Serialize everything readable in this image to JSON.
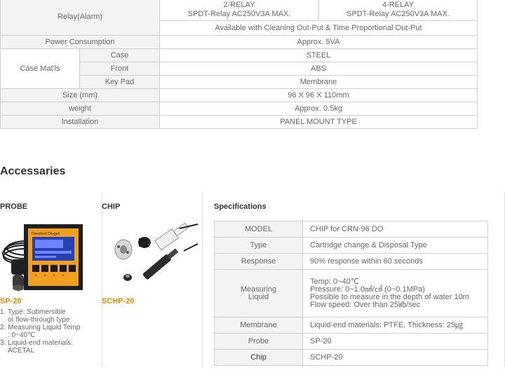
{
  "spec_table": {
    "relay_label": "Relay(Alarm)",
    "relay2_title": "2-RELAY",
    "relay2_detail": "SPDT-Relay AC250V3A MAX.",
    "relay4_title": "4-RELAY",
    "relay4_detail": "SPDT-Relay AC250V3A MAX.",
    "relay_note": "Available with Cleaning Out-Put & Time Proportional Out-Put",
    "power_label": "Power Consumption",
    "power_value": "Approx. 5VA",
    "case_mat_label": "Case Mat'ls",
    "case_label": "Case",
    "case_value": "STEEL",
    "front_label": "Front",
    "front_value": "ABS",
    "keypad_label": "Key Pad",
    "keypad_value": "Membrane",
    "size_label": "Size (mm)",
    "size_value": "96 X 96 X 110mm",
    "weight_label": "weight",
    "weight_value": "Approx. 0.5kg",
    "install_label": "Installation",
    "install_value": "PANEL MOUNT TYPE"
  },
  "accessories": {
    "title": "Accessaries",
    "probe": {
      "heading": "PROBE",
      "model": "SP-20",
      "notes": [
        "1. Type: Submersible",
        "or flow-through type",
        "2. Measuring Liquid Temp",
        ": 0~40℃",
        "3. Liquid-end materials:",
        "ACETAL"
      ],
      "display_text": "Dissolved Oxygen"
    },
    "chip": {
      "heading": "CHIP",
      "model": "SCHP-20"
    },
    "specifications": {
      "heading": "Specifications",
      "rows": [
        {
          "key": "MODEL",
          "value": "CHIP for CRN-96 DO"
        },
        {
          "key": "Type",
          "value": "Cartridge change & Disposal Type"
        },
        {
          "key": "Response",
          "value": "90% response within 60 seconds"
        },
        {
          "key": "Measuring Liquid",
          "key_lines": [
            "Measuring",
            "Liquid"
          ],
          "value_lines": [
            "Temp: 0~40℃",
            "Pressure: 0~1.0㎟/㎠ (0~0.1MPa)",
            "Possible to measure in the depth of water 10m",
            "Flow speed: Over than 25㏝/sec"
          ]
        },
        {
          "key": "Membrane",
          "value": "Liquid-end materials: PTFE, Thickness: 25㎍"
        },
        {
          "key": "Probe",
          "value": "SP-20"
        },
        {
          "key": "Chip",
          "value": "SCHP-20"
        }
      ]
    }
  },
  "colors": {
    "accent_orange": "#e58a00",
    "label_bg": "#f3f3f3",
    "border": "#cfcfcf",
    "device_body": "#f0a020",
    "device_screen": "#2a3fb0"
  }
}
